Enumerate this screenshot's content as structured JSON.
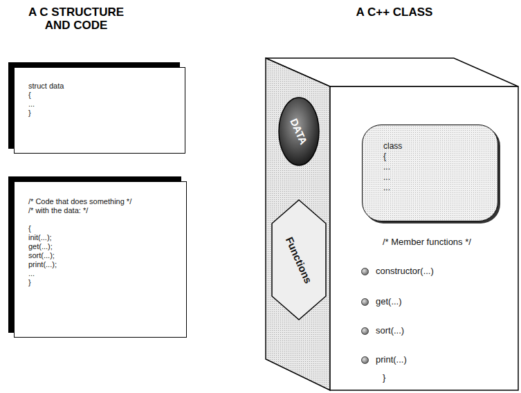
{
  "diagram": {
    "nodes": [
      {
        "text": [
          "struct data",
          "{",
          "...",
          "}"
        ]
      },
      {
        "text": [
          "/* Code that does something */",
          "/* with the data: */",
          "{",
          "init(...);",
          "get(...);",
          "sort(...);",
          "print(...);",
          "...",
          "}"
        ]
      },
      {
        "text": [
          "/* Member functions */",
          "constructor(...)",
          "get(...)",
          "sort(...)",
          "print(...)",
          "}"
        ]
      },
      {
        "text": [
          "DATA"
        ],
        "in": 2
      },
      {
        "text": [
          "Functions"
        ],
        "in": 2
      },
      {
        "text": [
          "class",
          "{",
          "...",
          "...",
          "..."
        ],
        "in": 2
      }
    ],
    "labels": [
      "A C STRUCTURE AND CODE",
      "A C++ CLASS"
    ]
  }
}
